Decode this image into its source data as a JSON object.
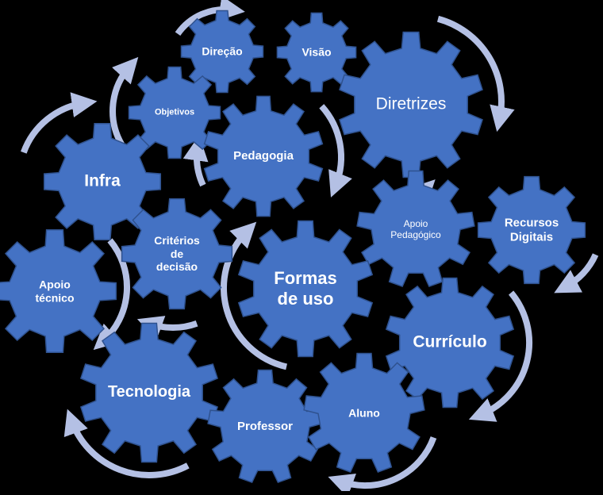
{
  "colors": {
    "background": "#000000",
    "gear_fill": "#4472c4",
    "gear_stroke": "#2f528f",
    "arrow": "#b4c0e4",
    "label": "#ffffff"
  },
  "gears": [
    {
      "id": "direcao",
      "label": "Direção"
    },
    {
      "id": "visao",
      "label": "Visão"
    },
    {
      "id": "objetivos",
      "label": "Objetivos"
    },
    {
      "id": "diretrizes",
      "label": "Diretrizes"
    },
    {
      "id": "pedagogia",
      "label": "Pedagogia"
    },
    {
      "id": "infra",
      "label": "Infra"
    },
    {
      "id": "criterios",
      "label": "Critérios\nde\ndecisão"
    },
    {
      "id": "apoio-pedagogico",
      "label": "Apoio\nPedagógico"
    },
    {
      "id": "recursos-digitais",
      "label": "Recursos\nDigitais"
    },
    {
      "id": "apoio-tecnico",
      "label": "Apoio\ntécnico"
    },
    {
      "id": "formas-de-uso",
      "label": "Formas\nde uso"
    },
    {
      "id": "curriculo",
      "label": "Currículo"
    },
    {
      "id": "tecnologia",
      "label": "Tecnologia"
    },
    {
      "id": "professor",
      "label": "Professor"
    },
    {
      "id": "aluno",
      "label": "Aluno"
    }
  ]
}
